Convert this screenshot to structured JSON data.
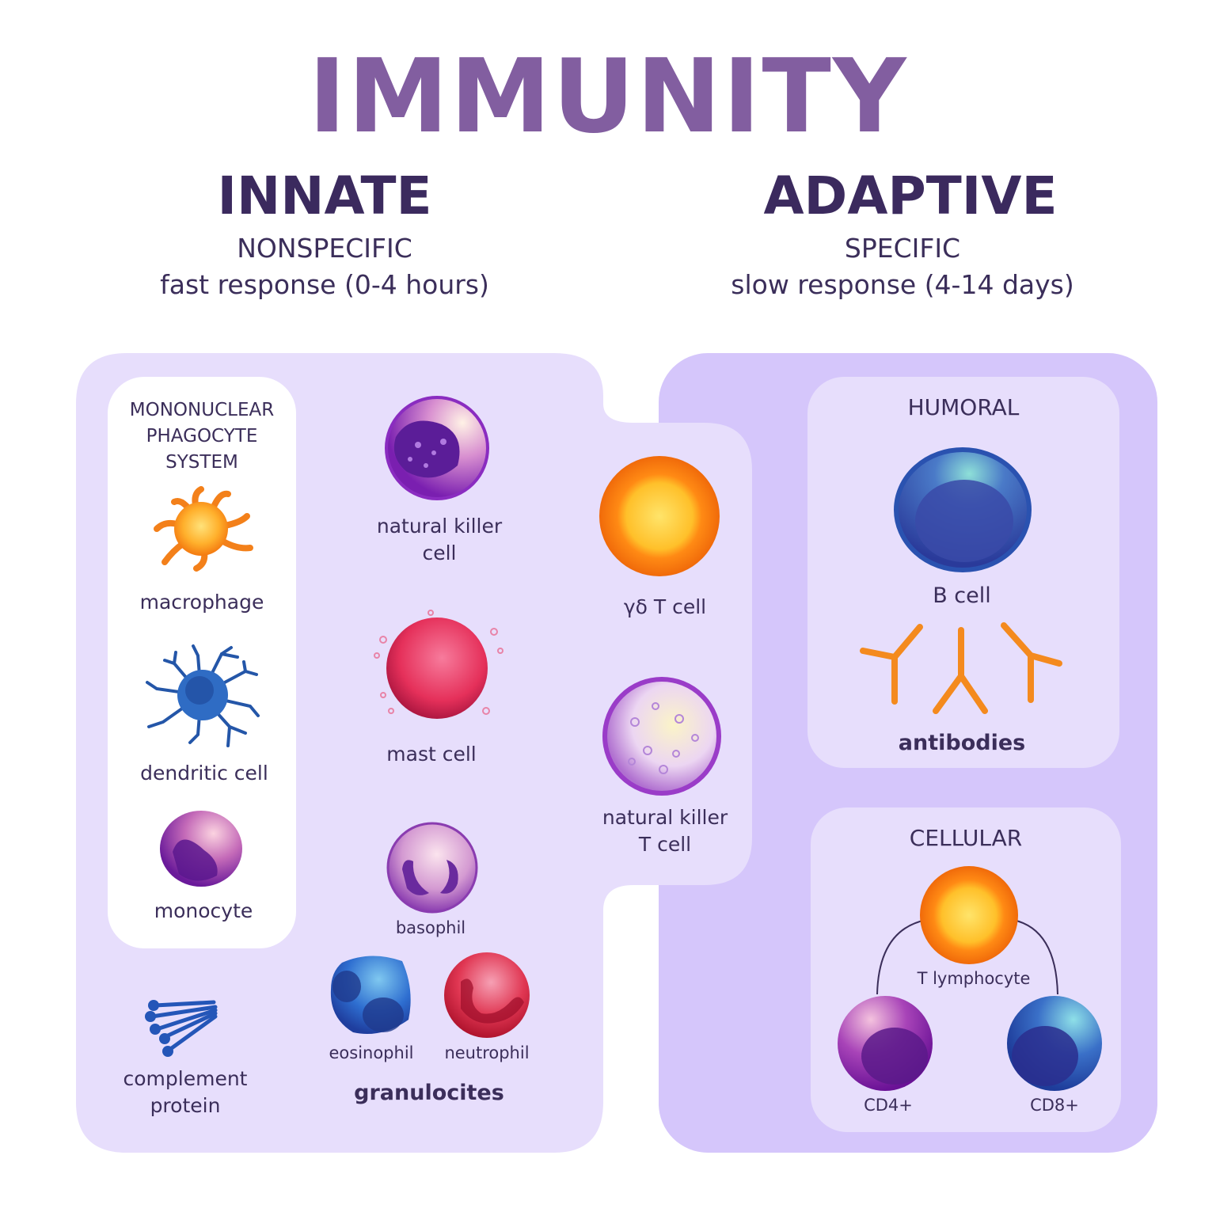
{
  "title": "IMMUNITY",
  "colors": {
    "title": "#825ea0",
    "heading": "#3b2a5e",
    "innate_panel": "#e7defc",
    "adaptive_panel": "#d5c6fb",
    "card_white": "#ffffff"
  },
  "innate": {
    "heading": "INNATE",
    "subtitle": "NONSPECIFIC",
    "speed": "fast response (0-4 hours)",
    "mps": {
      "heading_lines": [
        "MONONUCLEAR",
        "PHAGOCYTE",
        "SYSTEM"
      ],
      "cells": [
        {
          "label": "macrophage",
          "icon": "macrophage-icon"
        },
        {
          "label": "dendritic cell",
          "icon": "dendritic-cell-icon"
        },
        {
          "label": "monocyte",
          "icon": "monocyte-icon"
        }
      ]
    },
    "cells": [
      {
        "label_lines": [
          "natural killer",
          "cell"
        ],
        "icon": "natural-killer-cell-icon"
      },
      {
        "label_lines": [
          "mast cell"
        ],
        "icon": "mast-cell-icon"
      },
      {
        "label_lines": [
          "basophil"
        ],
        "icon": "basophil-icon"
      },
      {
        "label_lines": [
          "eosinophil"
        ],
        "icon": "eosinophil-icon"
      },
      {
        "label_lines": [
          "neutrophil"
        ],
        "icon": "neutrophil-icon"
      },
      {
        "label_lines": [
          "complement",
          "protein"
        ],
        "icon": "complement-protein-icon"
      }
    ],
    "granulocites_label": "granulocites"
  },
  "bridge": {
    "cells": [
      {
        "label_lines": [
          "γδ T cell"
        ],
        "icon": "gamma-delta-t-cell-icon"
      },
      {
        "label_lines": [
          "natural killer",
          "T cell"
        ],
        "icon": "natural-killer-t-cell-icon"
      }
    ]
  },
  "adaptive": {
    "heading": "ADAPTIVE",
    "subtitle": "SPECIFIC",
    "speed": "slow response (4-14 days)",
    "humoral": {
      "heading": "HUMORAL",
      "b_cell_label": "B cell",
      "antibodies_label": "antibodies"
    },
    "cellular": {
      "heading": "CELLULAR",
      "t_lymphocyte_label": "T lymphocyte",
      "cd4_label": "CD4+",
      "cd8_label": "CD8+"
    }
  }
}
